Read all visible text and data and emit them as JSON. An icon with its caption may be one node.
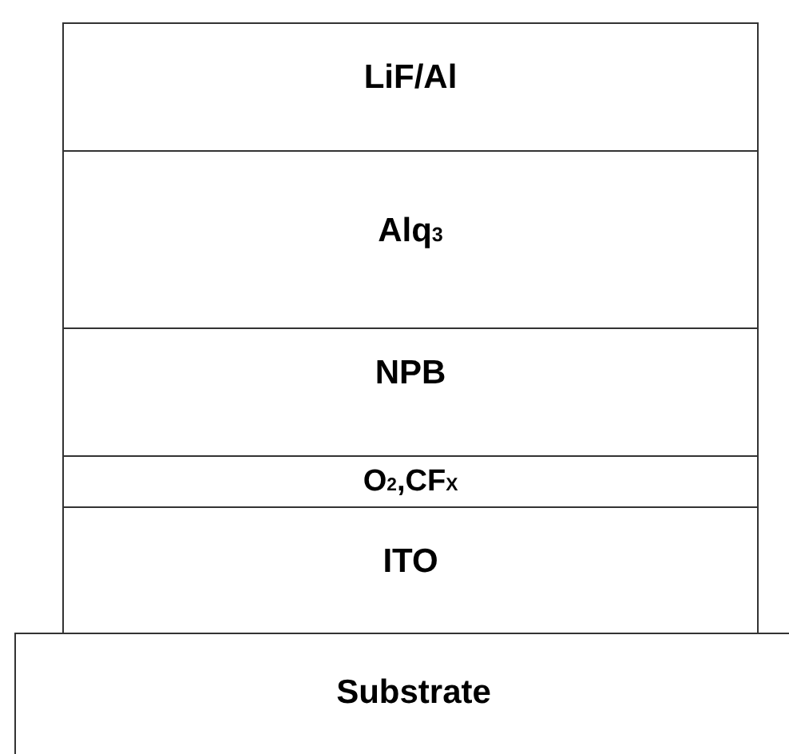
{
  "diagram": {
    "nodes": [
      {
        "text": [
          "LiF/Al"
        ]
      },
      {
        "text": [
          "Alq$_{3}$"
        ]
      },
      {
        "text": [
          "NPB"
        ]
      },
      {
        "text": [
          "O$_{2}$,CF$_{X}$"
        ]
      },
      {
        "text": [
          "ITO"
        ]
      },
      {
        "text": [
          "Substrate"
        ]
      }
    ]
  }
}
